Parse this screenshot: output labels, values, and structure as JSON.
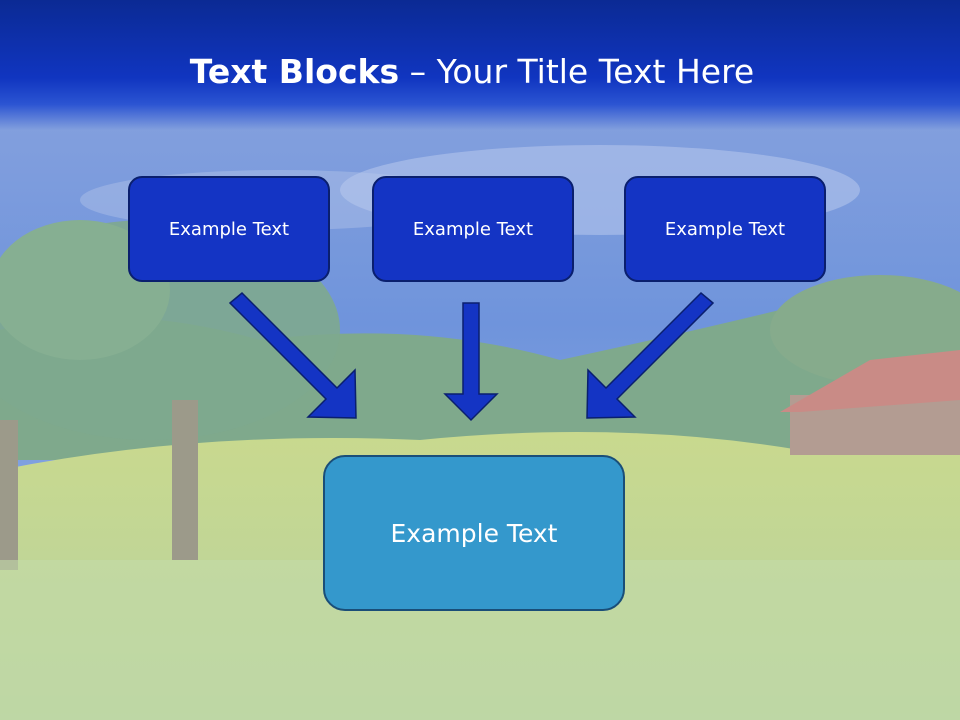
{
  "title": {
    "bold": "Text Blocks",
    "dash": " – ",
    "rest": "Your Title Text Here"
  },
  "blocks": {
    "left": "Example Text",
    "center": "Example Text",
    "right": "Example Text"
  },
  "result": {
    "label": "Example Text"
  },
  "colors": {
    "header": "#1035c0",
    "top_box": "#1434c4",
    "bottom_box": "#3498cc",
    "arrow": "#1434c4"
  }
}
